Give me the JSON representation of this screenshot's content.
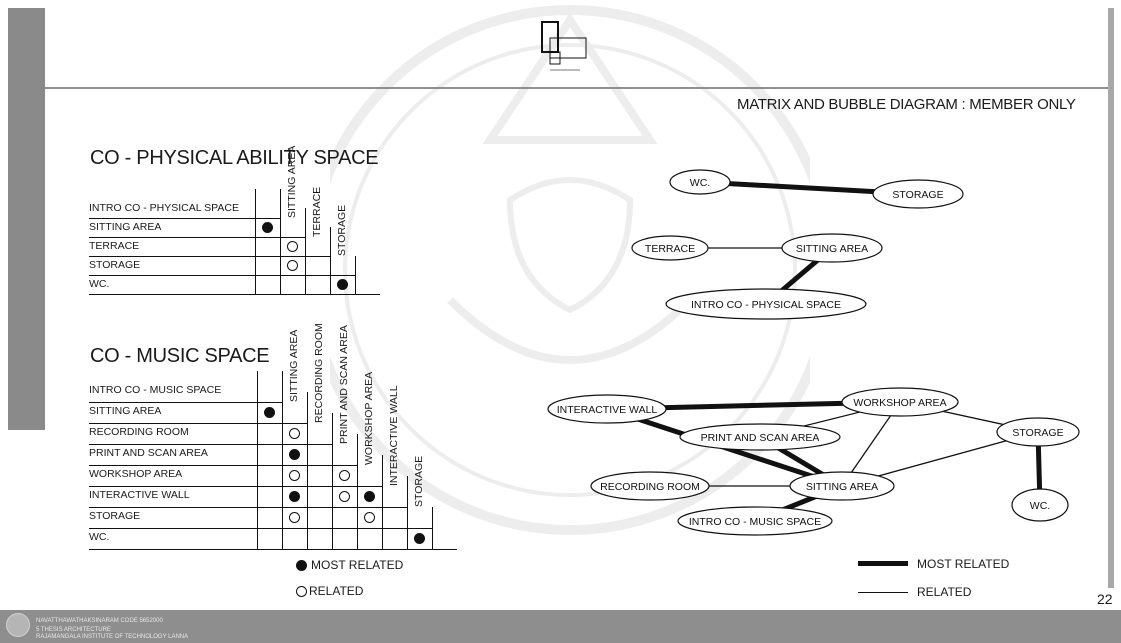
{
  "header": {
    "title": "MATRIX AND BUBBLE DIAGRAM : MEMBER ONLY"
  },
  "physical": {
    "title": "CO - PHYSICAL ABILITY SPACE",
    "intro": "INTRO CO - PHYSICAL SPACE",
    "rows": [
      "SITTING AREA",
      "TERRACE",
      "STORAGE",
      "WC."
    ],
    "cols": [
      "SITTING AREA",
      "TERRACE",
      "STORAGE"
    ],
    "marks": [
      {
        "r": 0,
        "c": -1,
        "t": "most"
      },
      {
        "r": 1,
        "c": 0,
        "t": "related"
      },
      {
        "r": 2,
        "c": 0,
        "t": "related"
      },
      {
        "r": 3,
        "c": 2,
        "t": "most"
      }
    ]
  },
  "music": {
    "title": "CO - MUSIC SPACE",
    "intro": "INTRO CO - MUSIC SPACE",
    "rows": [
      "SITTING AREA",
      "RECORDING ROOM",
      "PRINT AND SCAN AREA",
      "WORKSHOP AREA",
      "INTERACTIVE WALL",
      "STORAGE",
      "WC."
    ],
    "cols": [
      "SITTING AREA",
      "RECORDING ROOM",
      "PRINT AND SCAN AREA",
      "WORKSHOP AREA",
      "INTERACTIVE WALL",
      "STORAGE"
    ],
    "marks": [
      {
        "r": 0,
        "c": -1,
        "t": "most"
      },
      {
        "r": 1,
        "c": 0,
        "t": "related"
      },
      {
        "r": 2,
        "c": 0,
        "t": "most"
      },
      {
        "r": 3,
        "c": 0,
        "t": "related"
      },
      {
        "r": 3,
        "c": 2,
        "t": "related"
      },
      {
        "r": 4,
        "c": 0,
        "t": "most"
      },
      {
        "r": 4,
        "c": 2,
        "t": "related"
      },
      {
        "r": 4,
        "c": 3,
        "t": "most"
      },
      {
        "r": 5,
        "c": 0,
        "t": "related"
      },
      {
        "r": 5,
        "c": 3,
        "t": "related"
      },
      {
        "r": 6,
        "c": 5,
        "t": "most"
      }
    ]
  },
  "matrix_legend": {
    "most": "MOST RELATED",
    "related": "RELATED"
  },
  "bubble_physical": {
    "nodes": [
      {
        "id": "wc",
        "label": "WC."
      },
      {
        "id": "storage",
        "label": "STORAGE"
      },
      {
        "id": "terrace",
        "label": "TERRACE"
      },
      {
        "id": "sitting",
        "label": "SITTING AREA"
      },
      {
        "id": "intro",
        "label": "INTRO CO - PHYSICAL SPACE"
      }
    ],
    "edges": [
      {
        "a": "wc",
        "b": "storage",
        "t": "most"
      },
      {
        "a": "terrace",
        "b": "sitting",
        "t": "related"
      },
      {
        "a": "sitting",
        "b": "intro",
        "t": "most"
      }
    ]
  },
  "bubble_music": {
    "nodes": [
      {
        "id": "wall",
        "label": "INTERACTIVE WALL"
      },
      {
        "id": "workshop",
        "label": "WORKSHOP AREA"
      },
      {
        "id": "print",
        "label": "PRINT AND SCAN AREA"
      },
      {
        "id": "storage",
        "label": "STORAGE"
      },
      {
        "id": "recording",
        "label": "RECORDING ROOM"
      },
      {
        "id": "sitting",
        "label": "SITTING AREA"
      },
      {
        "id": "wc",
        "label": "WC."
      },
      {
        "id": "intro",
        "label": "INTRO CO - MUSIC SPACE"
      }
    ],
    "edges": [
      {
        "a": "wall",
        "b": "workshop",
        "t": "most"
      },
      {
        "a": "wall",
        "b": "sitting",
        "t": "most"
      },
      {
        "a": "print",
        "b": "sitting",
        "t": "most"
      },
      {
        "a": "print",
        "b": "workshop",
        "t": "related"
      },
      {
        "a": "workshop",
        "b": "sitting",
        "t": "related"
      },
      {
        "a": "workshop",
        "b": "storage",
        "t": "related"
      },
      {
        "a": "storage",
        "b": "sitting",
        "t": "related"
      },
      {
        "a": "storage",
        "b": "wc",
        "t": "most"
      },
      {
        "a": "recording",
        "b": "sitting",
        "t": "related"
      },
      {
        "a": "sitting",
        "b": "intro",
        "t": "most"
      }
    ]
  },
  "line_legend": {
    "most": "MOST RELATED",
    "related": "RELATED"
  },
  "page": {
    "number": "22"
  },
  "footer": {
    "line1": "NAVATTHAWATHAKSINARAM CODE 5652000",
    "line2": "5 THESIS ARCHITECTURE",
    "line3": "RAJAMANGALA INSTITUTE OF TECHNOLOGY LANNA"
  },
  "colors": {
    "side_bars": "#8a8a8a",
    "footer": "#8e8e8e",
    "watermark": "#ececec",
    "ink": "#111111"
  }
}
